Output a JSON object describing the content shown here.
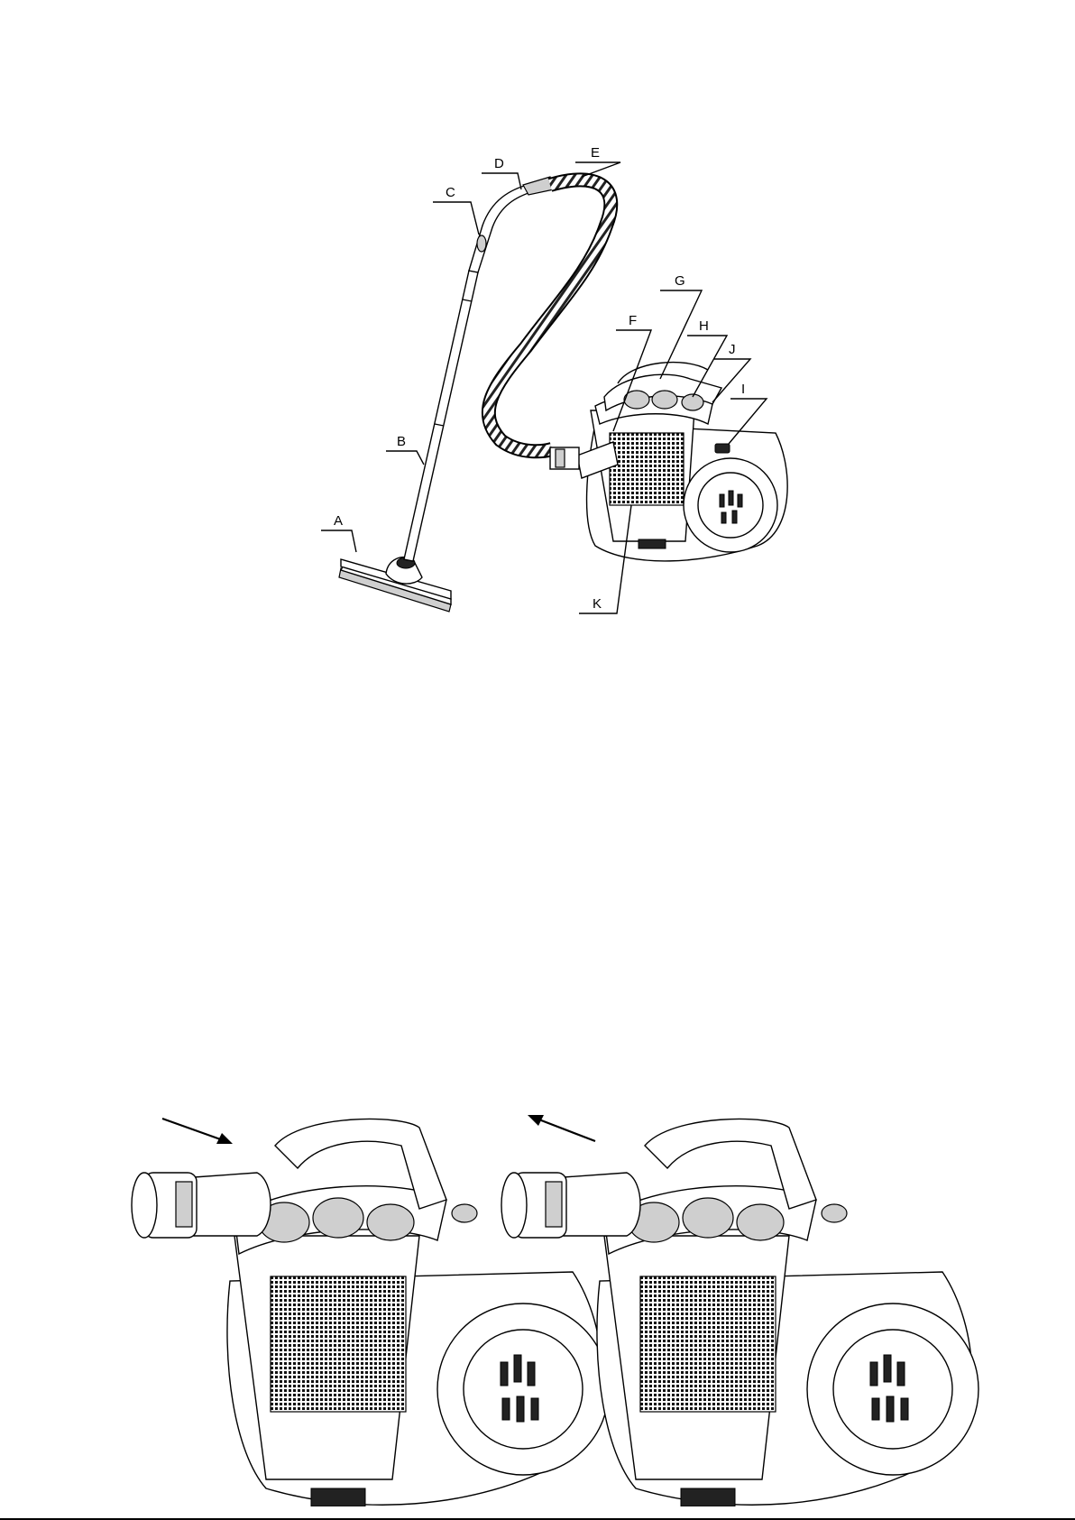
{
  "diagram": {
    "parts": [
      {
        "letter": "A",
        "icon": "floor-brush"
      },
      {
        "letter": "B",
        "icon": "telescopic-tube"
      },
      {
        "letter": "C",
        "icon": "handle-grip"
      },
      {
        "letter": "D",
        "icon": "suction-control"
      },
      {
        "letter": "E",
        "icon": "flexible-hose"
      },
      {
        "letter": "F",
        "icon": "hose-inlet"
      },
      {
        "letter": "G",
        "icon": "carry-handle"
      },
      {
        "letter": "H",
        "icon": "dust-container-release"
      },
      {
        "letter": "J",
        "icon": "container-handle"
      },
      {
        "letter": "I",
        "icon": "power-switch"
      },
      {
        "letter": "K",
        "icon": "dust-container"
      }
    ]
  },
  "attach_figure": {
    "left_arrow": "insert-arrow-icon",
    "right_arrow": "remove-arrow-icon"
  }
}
